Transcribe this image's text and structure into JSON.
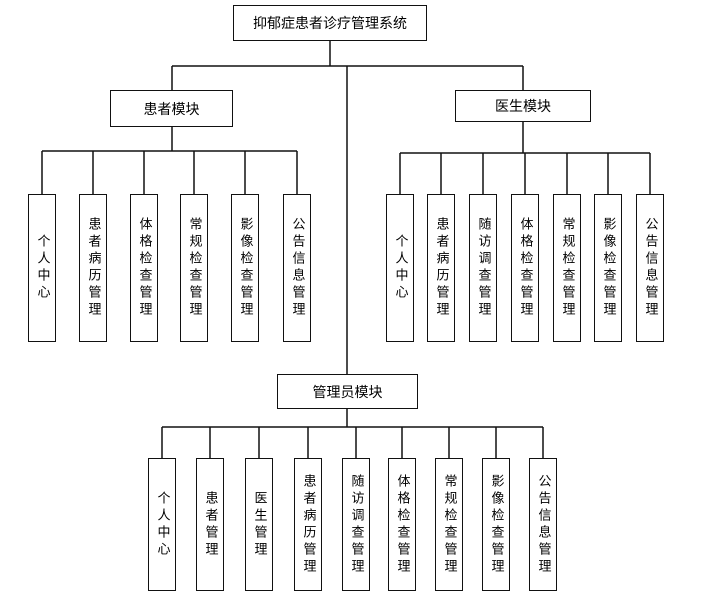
{
  "root": {
    "label": "抑郁症患者诊疗管理系统"
  },
  "patient": {
    "title": "患者模块",
    "items": [
      "个人中心",
      "患者病历管理",
      "体格检查管理",
      "常规检查管理",
      "影像检查管理",
      "公告信息管理"
    ]
  },
  "doctor": {
    "title": "医生模块",
    "items": [
      "个人中心",
      "患者病历管理",
      "随访调查管理",
      "体格检查管理",
      "常规检查管理",
      "影像检查管理",
      "公告信息管理"
    ]
  },
  "admin": {
    "title": "管理员模块",
    "items": [
      "个人中心",
      "患者管理",
      "医生管理",
      "患者病历管理",
      "随访调查管理",
      "体格检查管理",
      "常规检查管理",
      "影像检查管理",
      "公告信息管理"
    ]
  }
}
